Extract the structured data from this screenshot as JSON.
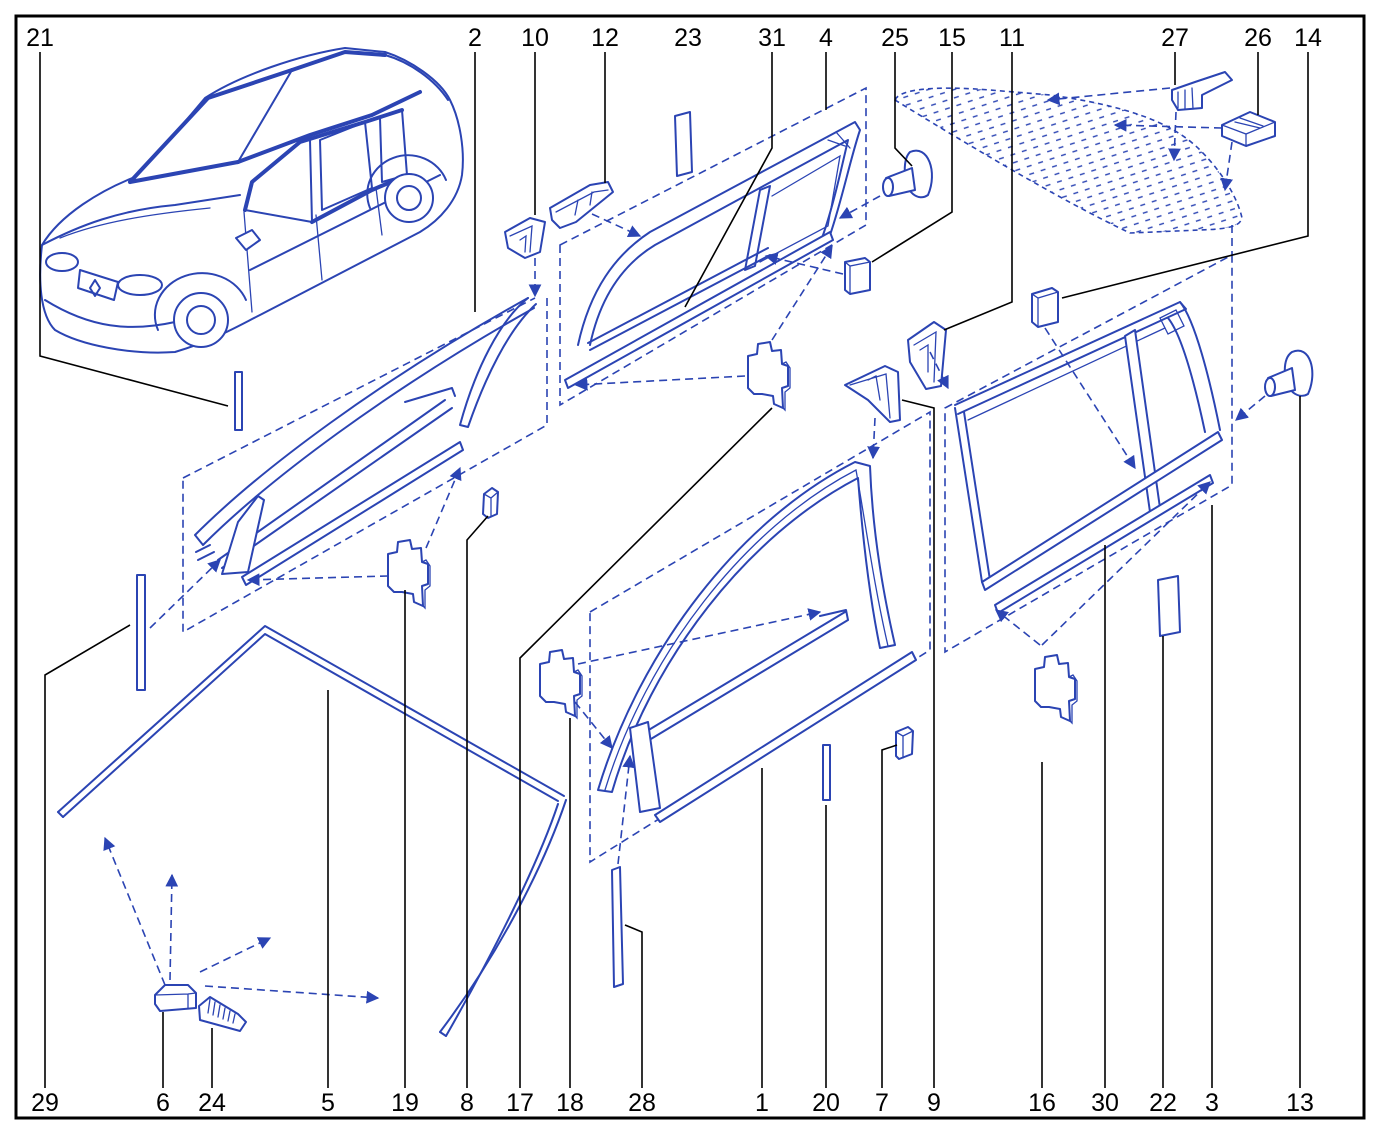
{
  "callouts": {
    "top": [
      "21",
      "2",
      "10",
      "12",
      "23",
      "31",
      "4",
      "25",
      "15",
      "11",
      "27",
      "26",
      "14"
    ],
    "bottom": [
      "29",
      "6",
      "24",
      "5",
      "19",
      "8",
      "17",
      "18",
      "28",
      "1",
      "20",
      "7",
      "9",
      "16",
      "30",
      "22",
      "3",
      "13"
    ]
  },
  "colors": {
    "line": "#2b44b3",
    "leader": "#000000",
    "frame": "#000000",
    "background": "#ffffff"
  }
}
